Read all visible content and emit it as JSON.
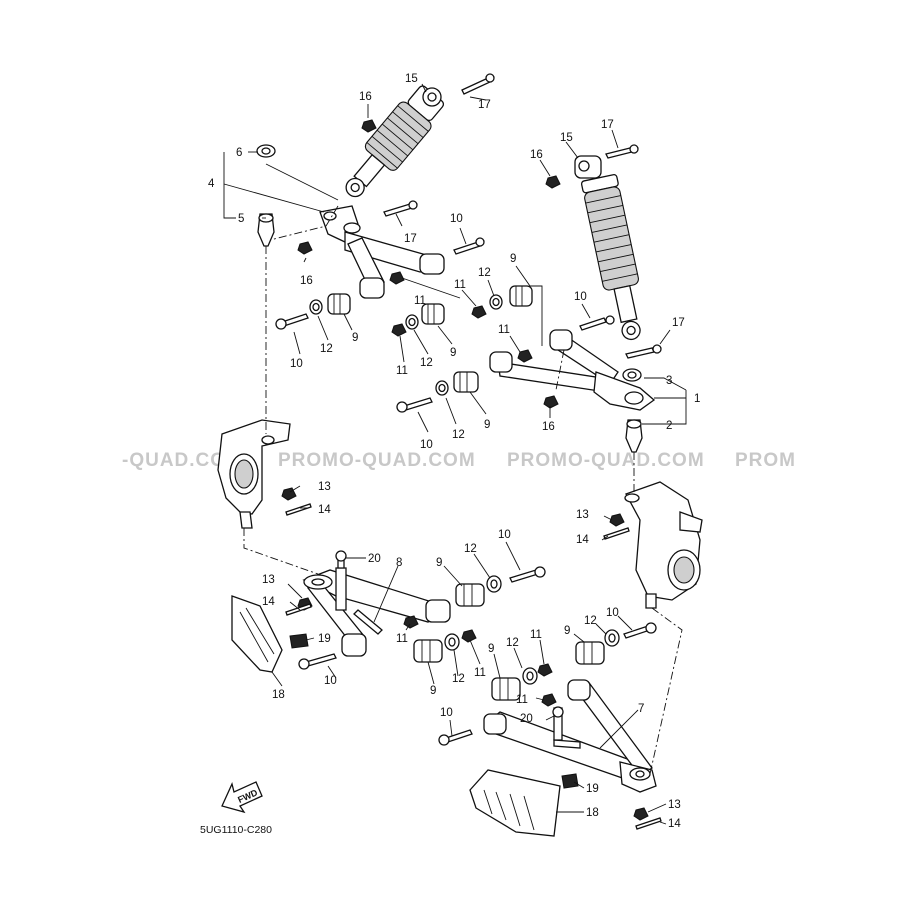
{
  "watermarks": [
    "-QUAD.COM",
    "PROMO-QUAD.COM",
    "PROMO-QUAD.COM",
    "PROM"
  ],
  "diagram_code": "5UG1110-C280",
  "fwd_label": "FWD",
  "callouts": {
    "c15a": "15",
    "c17a": "17",
    "c16a": "16",
    "c6": "6",
    "c4": "4",
    "c5": "5",
    "c17b": "17",
    "c16b": "16",
    "c10a": "10",
    "c9a": "9",
    "c12a": "12",
    "c11a": "11",
    "c11b": "11",
    "c10b": "10",
    "c12b": "12",
    "c9b": "9",
    "c11c": "11",
    "c12c": "12",
    "c9c": "9",
    "c15b": "15",
    "c17c": "17",
    "c16c": "16",
    "c10c": "10",
    "c11d": "11",
    "c17d": "17",
    "c3": "3",
    "c1": "1",
    "c2": "2",
    "c10d": "10",
    "c12d": "12",
    "c9d": "9",
    "c16d": "16",
    "c13a": "13",
    "c14a": "14",
    "c13b": "13",
    "c14b": "14",
    "c20a": "20",
    "c8": "8",
    "c9e": "9",
    "c12e": "12",
    "c10e": "10",
    "c13c": "13",
    "c14c": "14",
    "c19a": "19",
    "c11e": "11",
    "c18a": "18",
    "c10f": "10",
    "c9f": "9",
    "c12f": "12",
    "c11f": "11",
    "c9g": "9",
    "c12g": "12",
    "c11g": "11",
    "c9h": "9",
    "c12h": "12",
    "c10g": "10",
    "c11h": "11",
    "c20b": "20",
    "c7": "7",
    "c10h": "10",
    "c19b": "19",
    "c18b": "18",
    "c13d": "13",
    "c14d": "14"
  }
}
